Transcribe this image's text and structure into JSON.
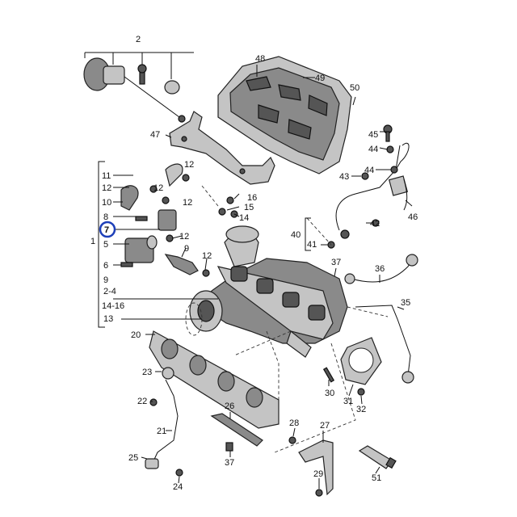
{
  "highlighted_callout": "7",
  "callouts": [
    {
      "id": "c2",
      "text": "2"
    },
    {
      "id": "c48",
      "text": "48"
    },
    {
      "id": "c49",
      "text": "49"
    },
    {
      "id": "c50",
      "text": "50"
    },
    {
      "id": "c47",
      "text": "47"
    },
    {
      "id": "c45",
      "text": "45"
    },
    {
      "id": "c44a",
      "text": "44"
    },
    {
      "id": "c44b",
      "text": "44"
    },
    {
      "id": "c43",
      "text": "43"
    },
    {
      "id": "c46",
      "text": "46"
    },
    {
      "id": "c11",
      "text": "11"
    },
    {
      "id": "c12a",
      "text": "12"
    },
    {
      "id": "c12b",
      "text": "12"
    },
    {
      "id": "c10",
      "text": "10"
    },
    {
      "id": "c12c",
      "text": "12"
    },
    {
      "id": "c12d",
      "text": "12"
    },
    {
      "id": "c16",
      "text": "16"
    },
    {
      "id": "c15",
      "text": "15"
    },
    {
      "id": "c14",
      "text": "14"
    },
    {
      "id": "c8",
      "text": "8"
    },
    {
      "id": "c7",
      "text": "7"
    },
    {
      "id": "c12e",
      "text": "12"
    },
    {
      "id": "c9a",
      "text": "9"
    },
    {
      "id": "c1",
      "text": "1"
    },
    {
      "id": "c5",
      "text": "5"
    },
    {
      "id": "c6",
      "text": "6"
    },
    {
      "id": "c9b",
      "text": "9"
    },
    {
      "id": "c2-4",
      "text": "2-4"
    },
    {
      "id": "c14-16",
      "text": "14-16"
    },
    {
      "id": "c13",
      "text": "13"
    },
    {
      "id": "c12f",
      "text": "12"
    },
    {
      "id": "c40",
      "text": "40"
    },
    {
      "id": "c42",
      "text": "42"
    },
    {
      "id": "c41",
      "text": "41"
    },
    {
      "id": "c37a",
      "text": "37"
    },
    {
      "id": "c36",
      "text": "36"
    },
    {
      "id": "c35",
      "text": "35"
    },
    {
      "id": "c20",
      "text": "20"
    },
    {
      "id": "c23",
      "text": "23"
    },
    {
      "id": "c22",
      "text": "22"
    },
    {
      "id": "c21",
      "text": "21"
    },
    {
      "id": "c26",
      "text": "26"
    },
    {
      "id": "c28",
      "text": "28"
    },
    {
      "id": "c27",
      "text": "27"
    },
    {
      "id": "c30",
      "text": "30"
    },
    {
      "id": "c31",
      "text": "31"
    },
    {
      "id": "c32",
      "text": "32"
    },
    {
      "id": "c25",
      "text": "25"
    },
    {
      "id": "c37b",
      "text": "37"
    },
    {
      "id": "c24",
      "text": "24"
    },
    {
      "id": "c29",
      "text": "29"
    },
    {
      "id": "c51",
      "text": "51"
    }
  ],
  "colors": {
    "highlight": "#1d3fb8",
    "part_mid": "#8a8a8a",
    "part_light": "#c4c4c4",
    "part_dark": "#555555",
    "line": "#111111"
  }
}
